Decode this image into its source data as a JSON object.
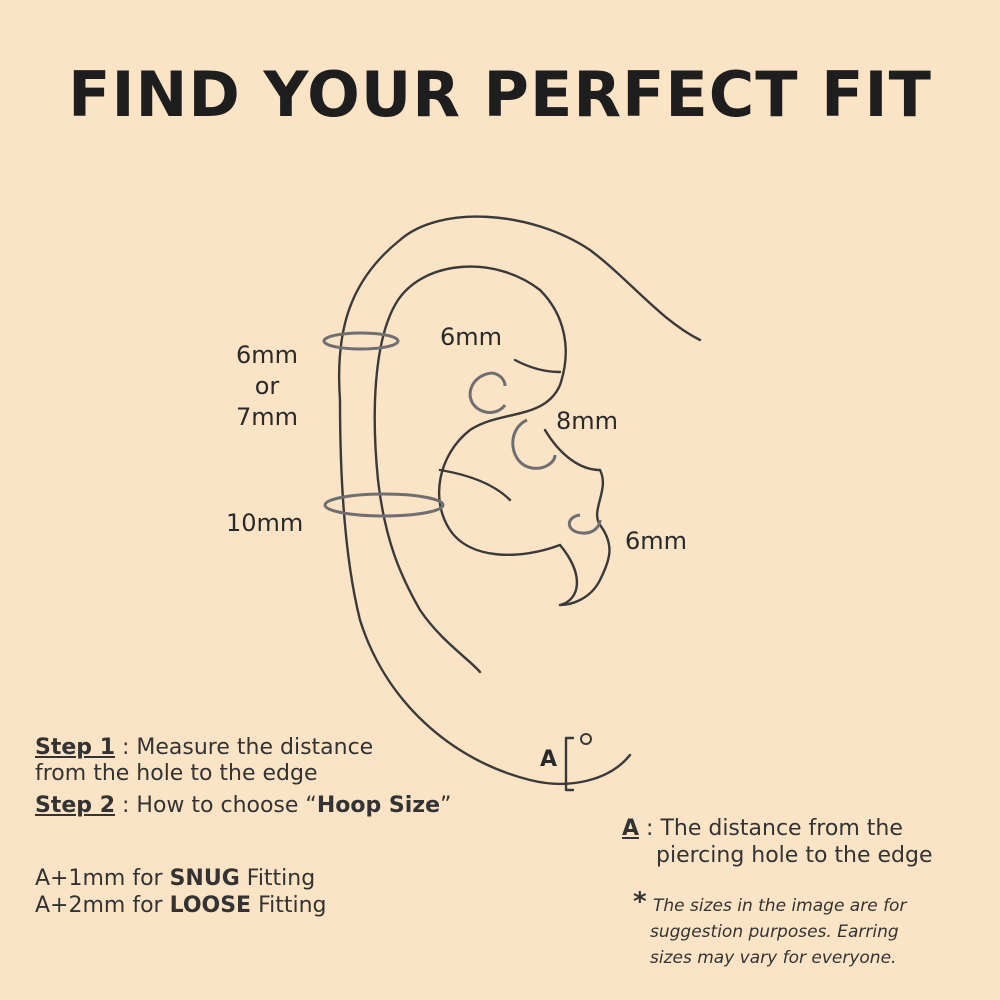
{
  "title": "FIND YOUR PERFECT FIT",
  "labels": {
    "helix": {
      "line1": "6mm",
      "line2": "or",
      "line3": "7mm"
    },
    "helix_lower": "10mm",
    "upper_conch": "6mm",
    "daith": "8mm",
    "tragus": "6mm",
    "lobe_marker": "A"
  },
  "steps": {
    "step1_label": "Step 1",
    "step1_sep": " : ",
    "step1_text_a": "Measure the distance",
    "step1_text_b": "from the hole to the edge",
    "step2_label": "Step 2",
    "step2_sep": " : ",
    "step2_text_a": "How to choose “",
    "step2_text_b": "Hoop Size",
    "step2_text_c": "”"
  },
  "fit": {
    "snug_prefix": "A+1mm for ",
    "snug_word": "SNUG",
    "snug_suffix": " Fitting",
    "loose_prefix": "A+2mm for ",
    "loose_word": "LOOSE",
    "loose_suffix": " Fitting"
  },
  "a_definition": {
    "letter": "A",
    "sep": " : ",
    "line1": "The distance from the",
    "line2": "piercing hole to the edge"
  },
  "note": {
    "asterisk": "*",
    "line1": "The sizes in the image are for",
    "line2": "suggestion purposes. Earring",
    "line3": "sizes may vary for everyone."
  },
  "colors": {
    "background": "#fbe3c6",
    "line": "#3a3a3a",
    "ring": "#6f6f72"
  }
}
